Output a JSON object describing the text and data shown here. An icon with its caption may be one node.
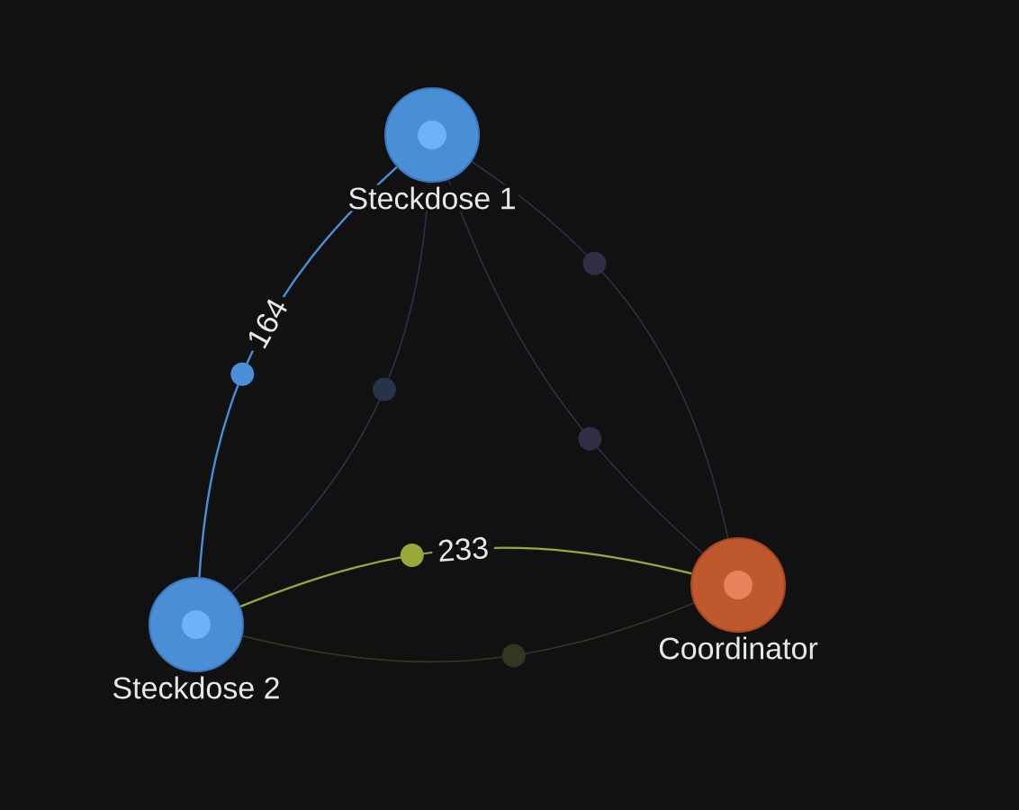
{
  "diagram": {
    "nodes": [
      {
        "text": [
          "Steckdose 1"
        ]
      },
      {
        "text": [
          "Steckdose 2"
        ]
      },
      {
        "text": [
          "Coordinator"
        ]
      }
    ],
    "edges": [
      {
        "from": 0,
        "to": 1,
        "arrow": "none",
        "label": "164",
        "color": "#4a90d9"
      },
      {
        "from": 0,
        "to": 1,
        "arrow": "none",
        "color": "#26344a"
      },
      {
        "from": 0,
        "to": 2,
        "arrow": "none",
        "color": "#302e45"
      },
      {
        "from": 0,
        "to": 2,
        "arrow": "none",
        "color": "#302e45"
      },
      {
        "from": 1,
        "to": 2,
        "arrow": "none",
        "label": "233",
        "color": "#9aa837"
      },
      {
        "from": 1,
        "to": 2,
        "arrow": "none",
        "color": "#34361f"
      }
    ]
  }
}
